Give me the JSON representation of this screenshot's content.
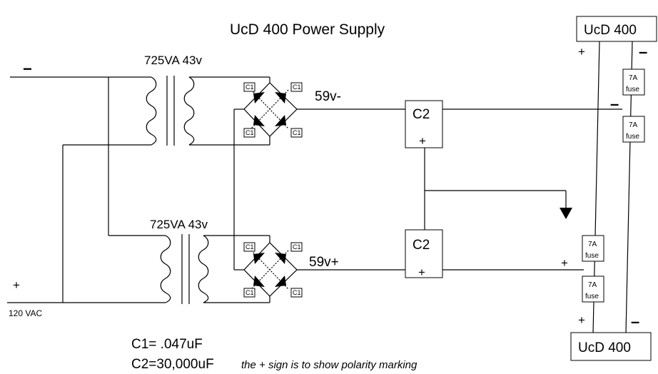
{
  "title": "UcD 400 Power Supply",
  "amp_label": "UcD 400",
  "transformer_label": "725VA 43v",
  "cap_label": "C1",
  "c2_label": "C2",
  "fuse_line1": "7A",
  "fuse_line2": "fuse",
  "rail_neg_label": "59v-",
  "rail_pos_label": "59v+",
  "plus": "+",
  "minus": "−",
  "dash": "–",
  "mains_label": "120 VAC",
  "legend": {
    "c1": "C1= .047uF",
    "c2": "C2=30,000uF",
    "note": "the + sign is to show polarity marking"
  }
}
